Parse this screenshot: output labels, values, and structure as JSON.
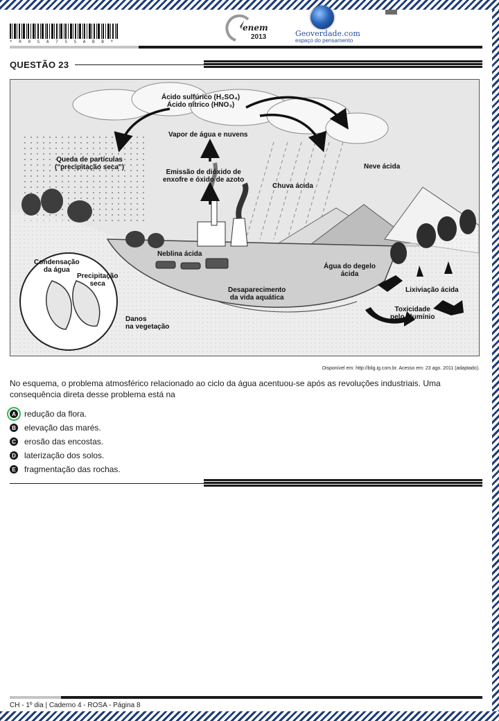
{
  "header": {
    "barcode_text": "* R 0 S A 7 5 S A B B *",
    "exam_logo_word": "enem",
    "exam_year": "2013",
    "site_name": "Geoverdade.com",
    "site_tagline": "espaço do pensamento"
  },
  "question": {
    "label": "QUESTÃO 23"
  },
  "figure": {
    "labels": {
      "acids": "Ácido sulfúrico (H₂SO₄)\nÁcido nítrico (HNO₃)",
      "vapor": "Vapor de água e nuvens",
      "dry_deposition": "Queda de partículas\n(\"precipitação seca\")",
      "emission": "Emissão de dióxido de\nenxofre e óxido de azoto",
      "acid_rain": "Chuva ácida",
      "acid_snow": "Neve ácida",
      "acid_fog": "Neblina ácida",
      "condensation": "Condensação\nda água",
      "dry_precip": "Precipitação\nseca",
      "vegetation_damage": "Danos\nna vegetação",
      "aquatic_life": "Desaparecimento\nda vida aquática",
      "meltwater": "Água do degelo\nácida",
      "leaching": "Lixiviação ácida",
      "aluminum": "Toxicidade\npelo alumínio"
    }
  },
  "source": "Disponível em: http://blig.ig.com.br. Acesso em: 23 ago. 2011 (adaptado).",
  "statement": "No esquema, o problema atmosférico relacionado ao ciclo da água acentuou-se após as revoluções industriais. Uma consequência direta desse problema está na",
  "options": [
    {
      "letter": "A",
      "text": "redução da flora."
    },
    {
      "letter": "B",
      "text": "elevação das marés."
    },
    {
      "letter": "C",
      "text": "erosão das encostas."
    },
    {
      "letter": "D",
      "text": "laterização dos solos."
    },
    {
      "letter": "E",
      "text": "fragmentação das rochas."
    }
  ],
  "selected_option": "A",
  "colors": {
    "border_hatch": "#1e3c78",
    "selected_ring": "#2db84b",
    "site_brand": "#2b4d9e"
  },
  "footer": {
    "text": "CH - 1º dia | Caderno 4 - ROSA - Página 8"
  }
}
